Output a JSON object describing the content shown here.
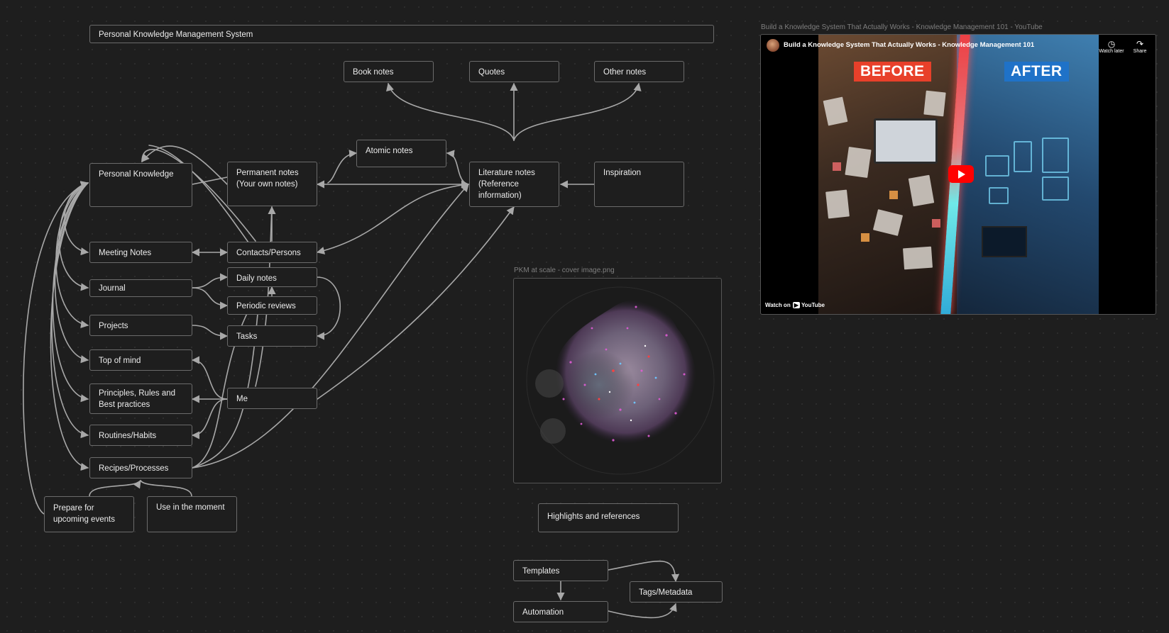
{
  "canvas": {
    "title_bar": "Personal Knowledge Management System",
    "nodes": {
      "book_notes": "Book notes",
      "quotes": "Quotes",
      "other_notes": "Other notes",
      "atomic_notes": "Atomic notes",
      "personal_knowledge": "Personal Knowledge",
      "permanent_notes": "Permanent notes\n(Your own notes)",
      "literature_notes": "Literature notes\n(Reference\ninformation)",
      "inspiration": "Inspiration",
      "meeting_notes": "Meeting Notes",
      "contacts_persons": "Contacts/Persons",
      "daily_notes": "Daily notes",
      "journal": "Journal",
      "periodic_reviews": "Periodic reviews",
      "projects": "Projects",
      "tasks": "Tasks",
      "top_of_mind": "Top of mind",
      "principles": "Principles, Rules and\nBest practices",
      "me": "Me",
      "routines_habits": "Routines/Habits",
      "recipes_processes": "Recipes/Processes",
      "prepare_events": "Prepare for\nupcoming events",
      "use_in_moment": "Use in the moment",
      "highlights": "Highlights and references",
      "templates": "Templates",
      "tags_metadata": "Tags/Metadata",
      "automation": "Automation"
    },
    "edge_color": "#a8a8a8"
  },
  "video_embed": {
    "label": "Build a Knowledge System That Actually Works - Knowledge Management 101 - YouTube",
    "video_title": "Build a Knowledge System That Actually Works - Knowledge Management 101",
    "before_text": "BEFORE",
    "after_text": "AFTER",
    "watch_later": "Watch later",
    "share": "Share",
    "watch_on": "Watch on",
    "youtube": "YouTube",
    "play_icon": "play-icon"
  },
  "image_embed": {
    "label": "PKM at scale - cover image.png"
  }
}
